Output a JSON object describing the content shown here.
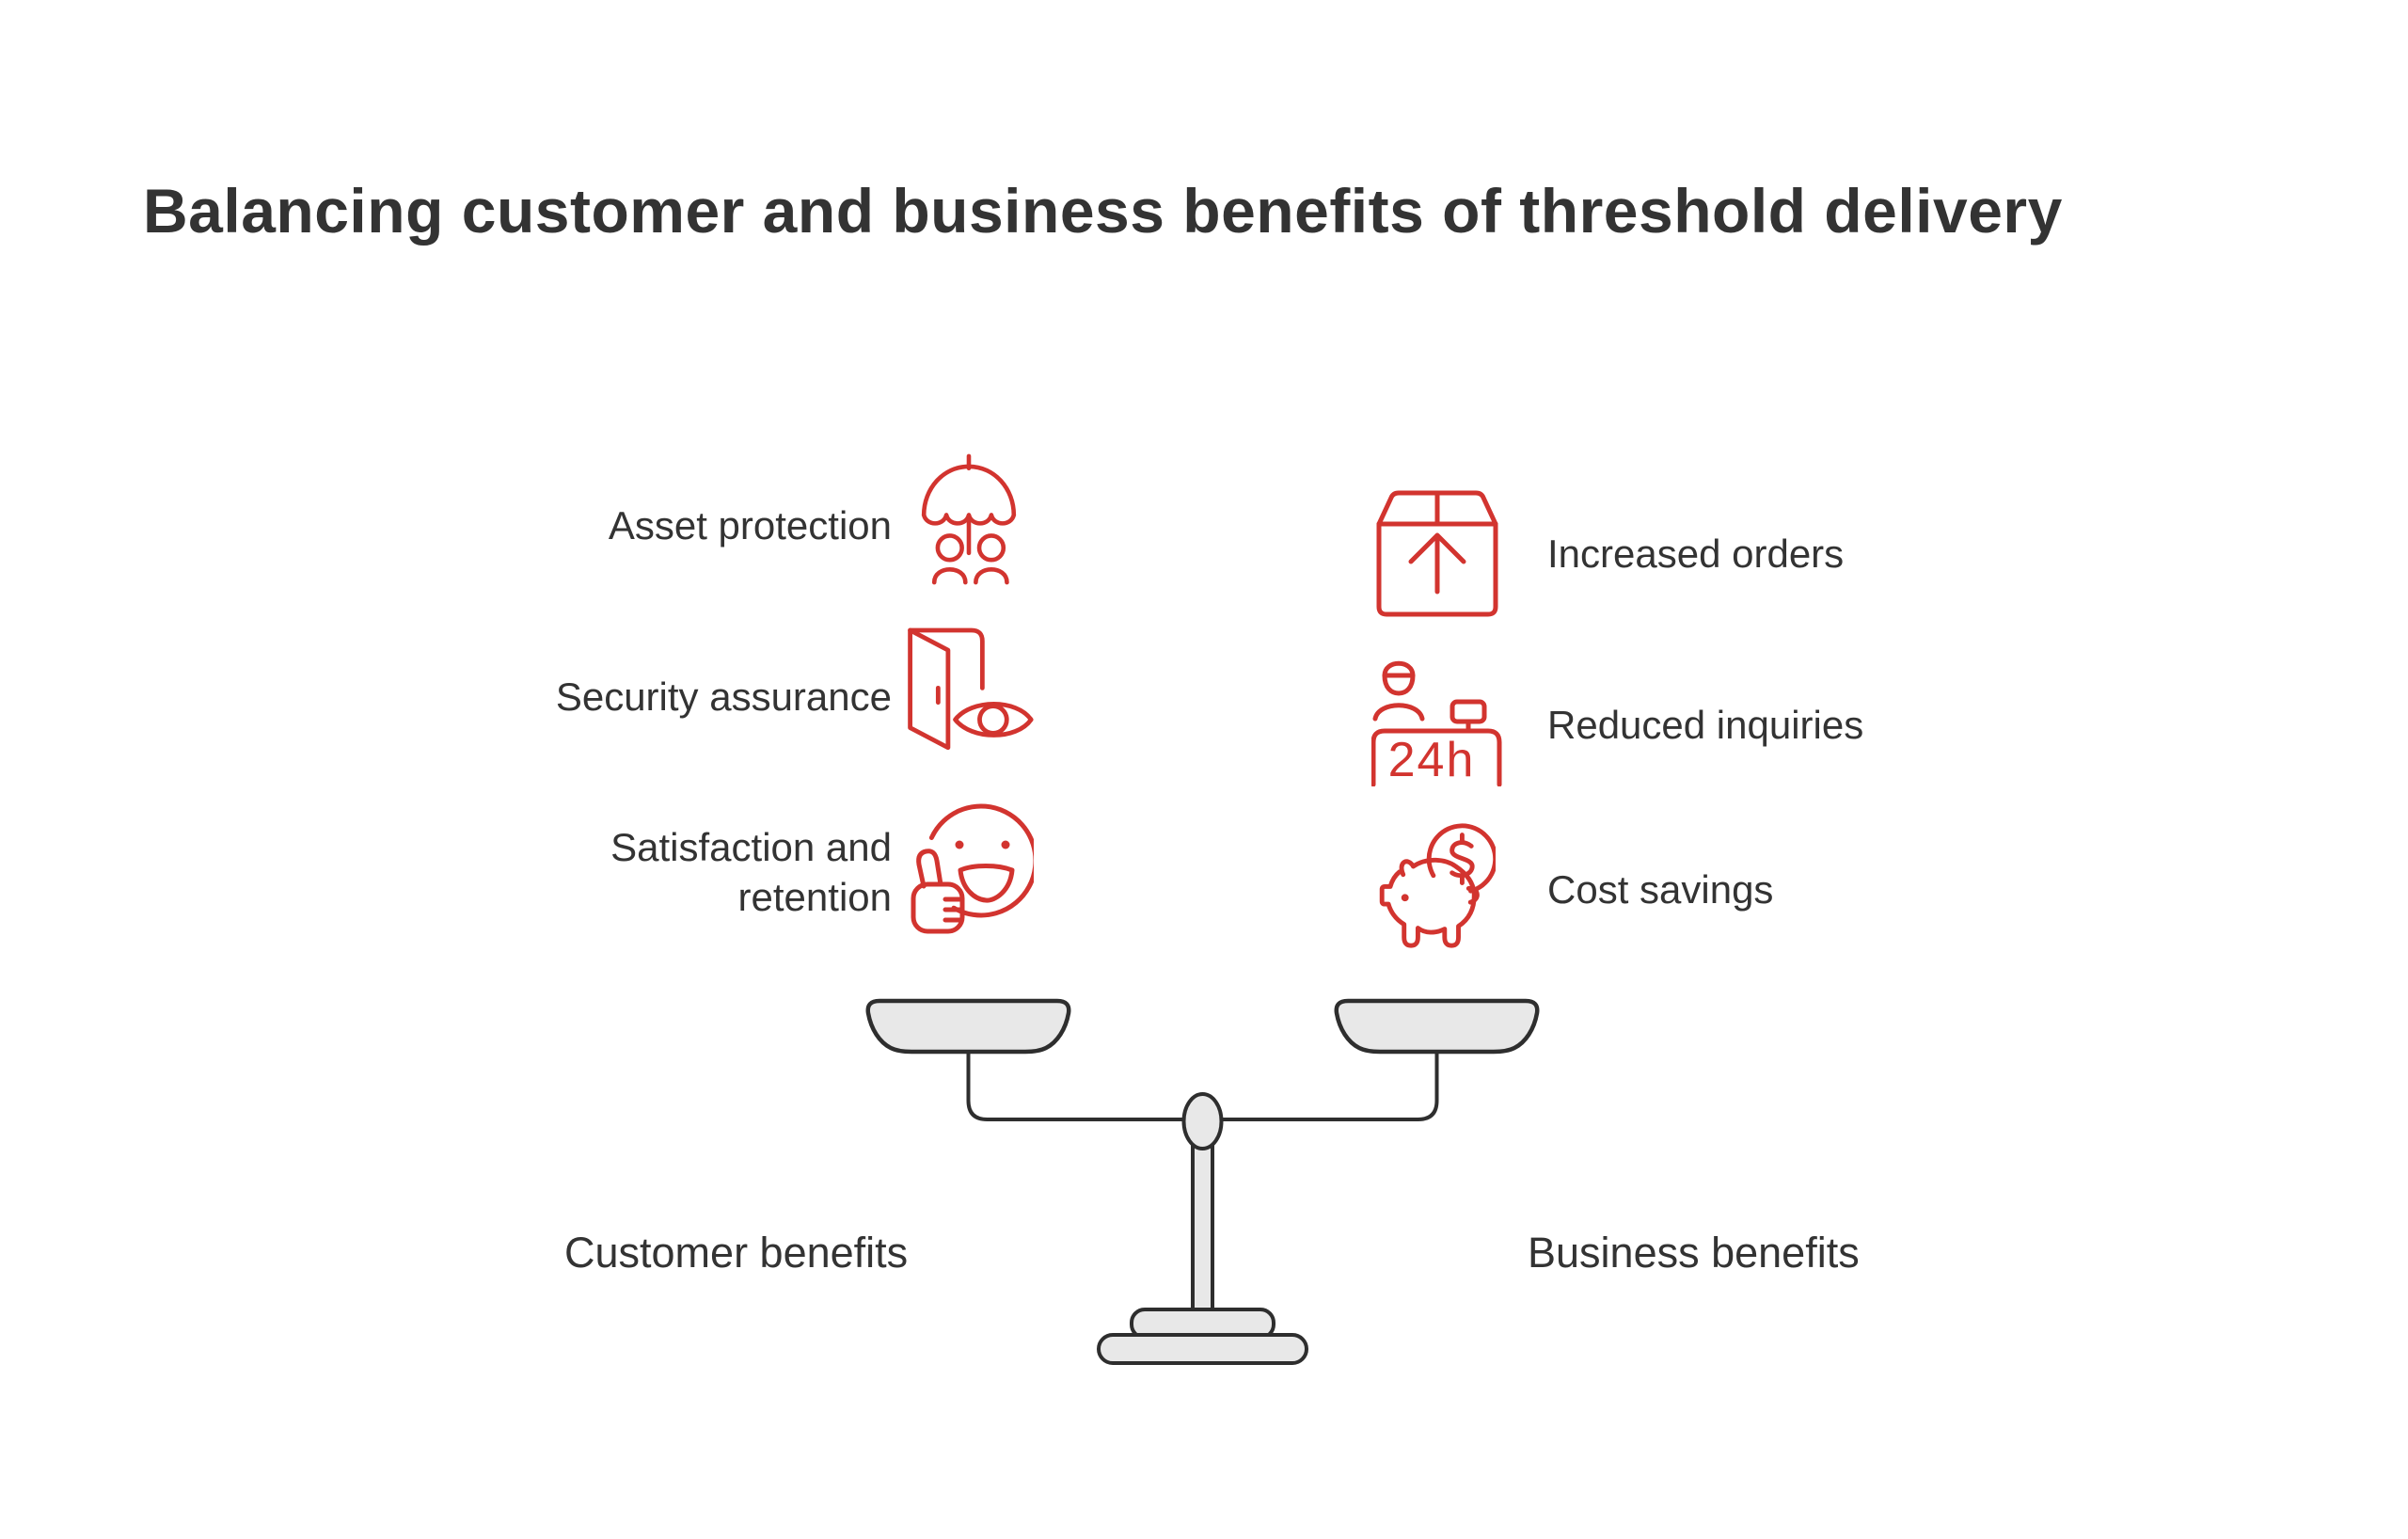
{
  "title": "Balancing customer and business benefits of threshold delivery",
  "left_column": {
    "header": "Customer benefits",
    "items": [
      {
        "label": "Asset protection",
        "icon": "umbrella-people-icon"
      },
      {
        "label": "Security assurance",
        "icon": "open-door-eye-icon"
      },
      {
        "label": "Satisfaction and retention",
        "icon": "smiley-thumbs-up-icon"
      }
    ]
  },
  "right_column": {
    "header": "Business benefits",
    "items": [
      {
        "label": "Increased orders",
        "icon": "package-up-arrow-icon"
      },
      {
        "label": "Reduced inquiries",
        "icon": "reception-desk-24h-icon"
      },
      {
        "label": "Cost savings",
        "icon": "piggy-bank-coin-icon"
      }
    ]
  },
  "icon_text": {
    "desk_hours": "24h",
    "coin_symbol": "$"
  },
  "colors": {
    "accent_red": "#d2342f",
    "text": "#333333",
    "scale_stroke": "#2e2e2e",
    "scale_fill": "#e8e8e8",
    "background": "#ffffff"
  }
}
